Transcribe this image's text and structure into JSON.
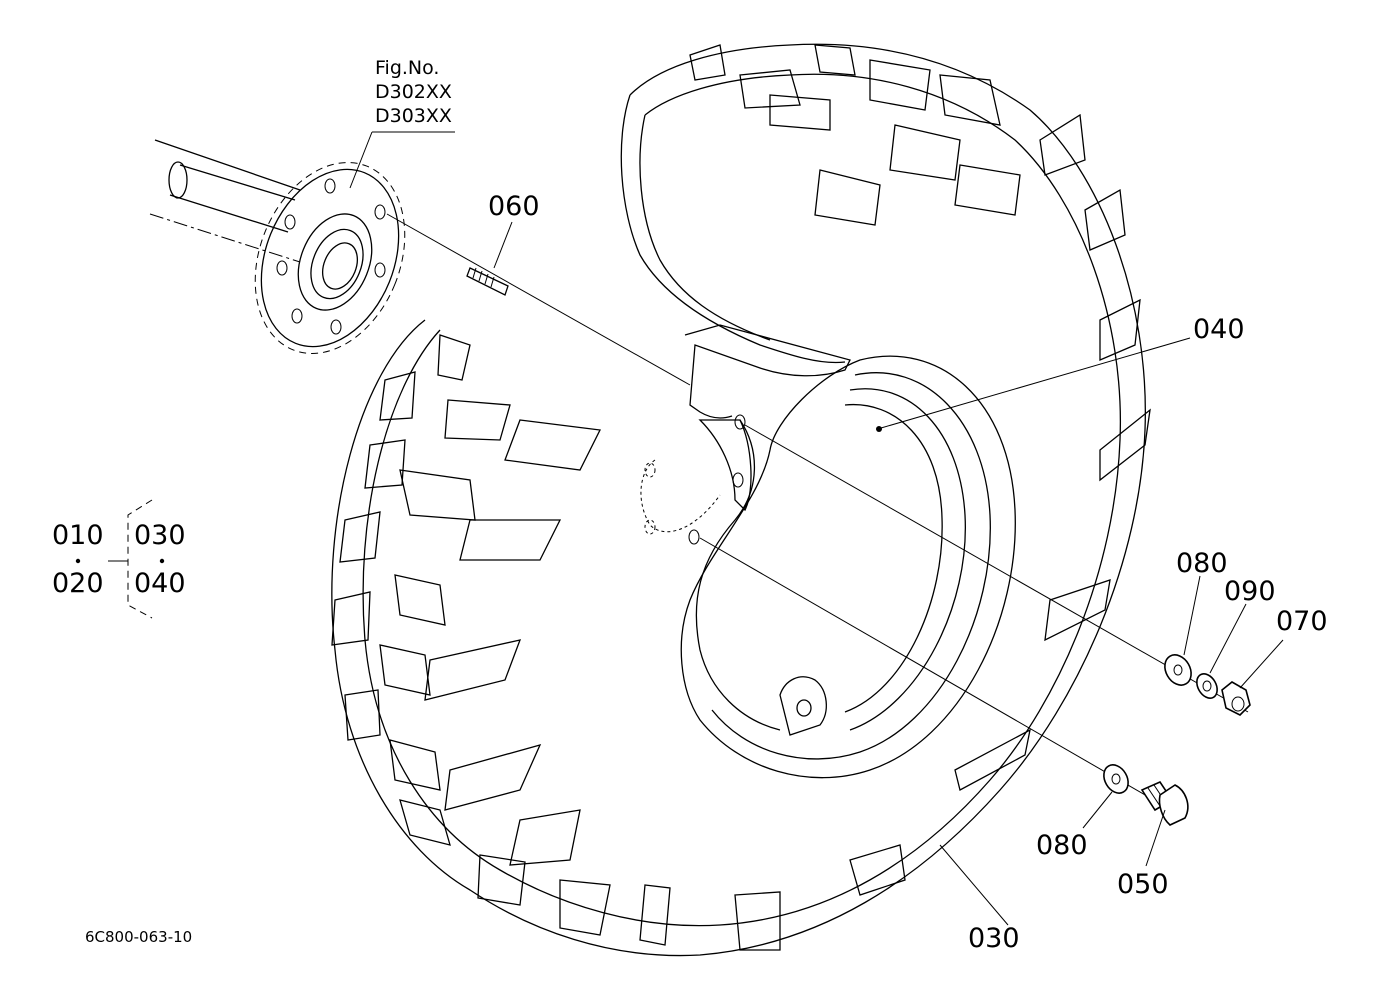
{
  "figure_ref": {
    "line1": "Fig.No.",
    "line2": "D302XX",
    "line3": "D303XX"
  },
  "callouts": [
    {
      "id": "060",
      "text": "060"
    },
    {
      "id": "040",
      "text": "040"
    },
    {
      "id": "080a",
      "text": "080"
    },
    {
      "id": "090",
      "text": "090"
    },
    {
      "id": "070",
      "text": "070"
    },
    {
      "id": "080b",
      "text": "080"
    },
    {
      "id": "050",
      "text": "050"
    },
    {
      "id": "030",
      "text": "030"
    }
  ],
  "assembly_key": {
    "left_top": "010",
    "left_bottom": "020",
    "right_top": "030",
    "right_bottom": "040"
  },
  "drawing_number": "6C800-063-10"
}
